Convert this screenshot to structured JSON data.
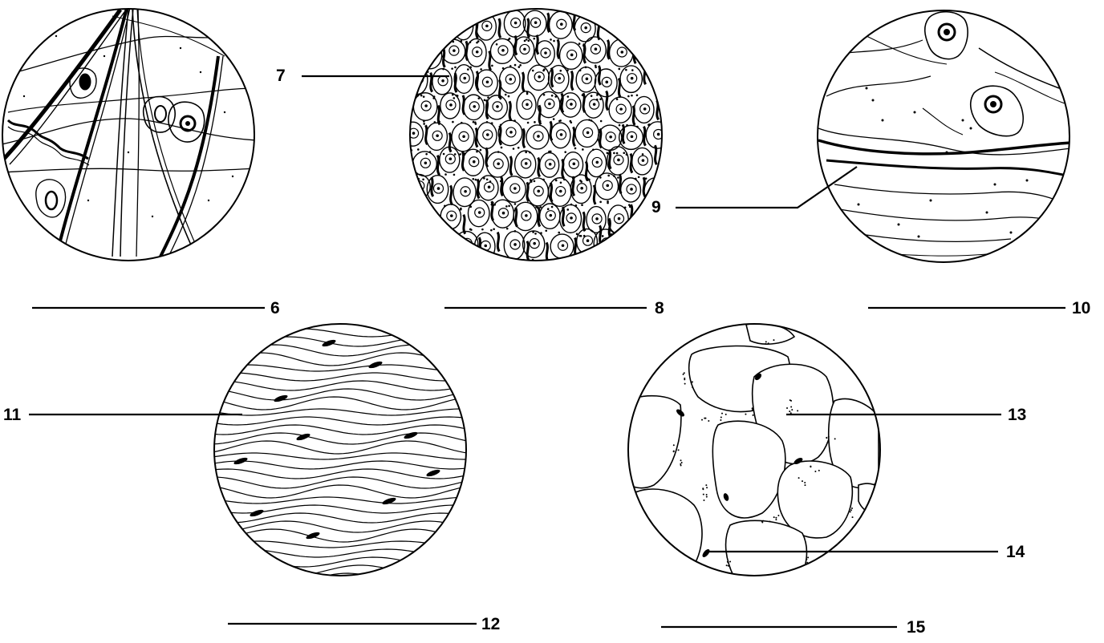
{
  "labels": {
    "l6": "6",
    "l7": "7",
    "l8": "8",
    "l9": "9",
    "l10": "10",
    "l11": "11",
    "l12": "12",
    "l13": "13",
    "l14": "14",
    "l15": "15"
  },
  "colors": {
    "ink": "#000000",
    "background": "#ffffff"
  },
  "panels": [
    "loose-connective-tissue",
    "cellular-tissue",
    "fibrous-tissue",
    "wavy-fibrous-tissue",
    "adipose-tissue"
  ]
}
